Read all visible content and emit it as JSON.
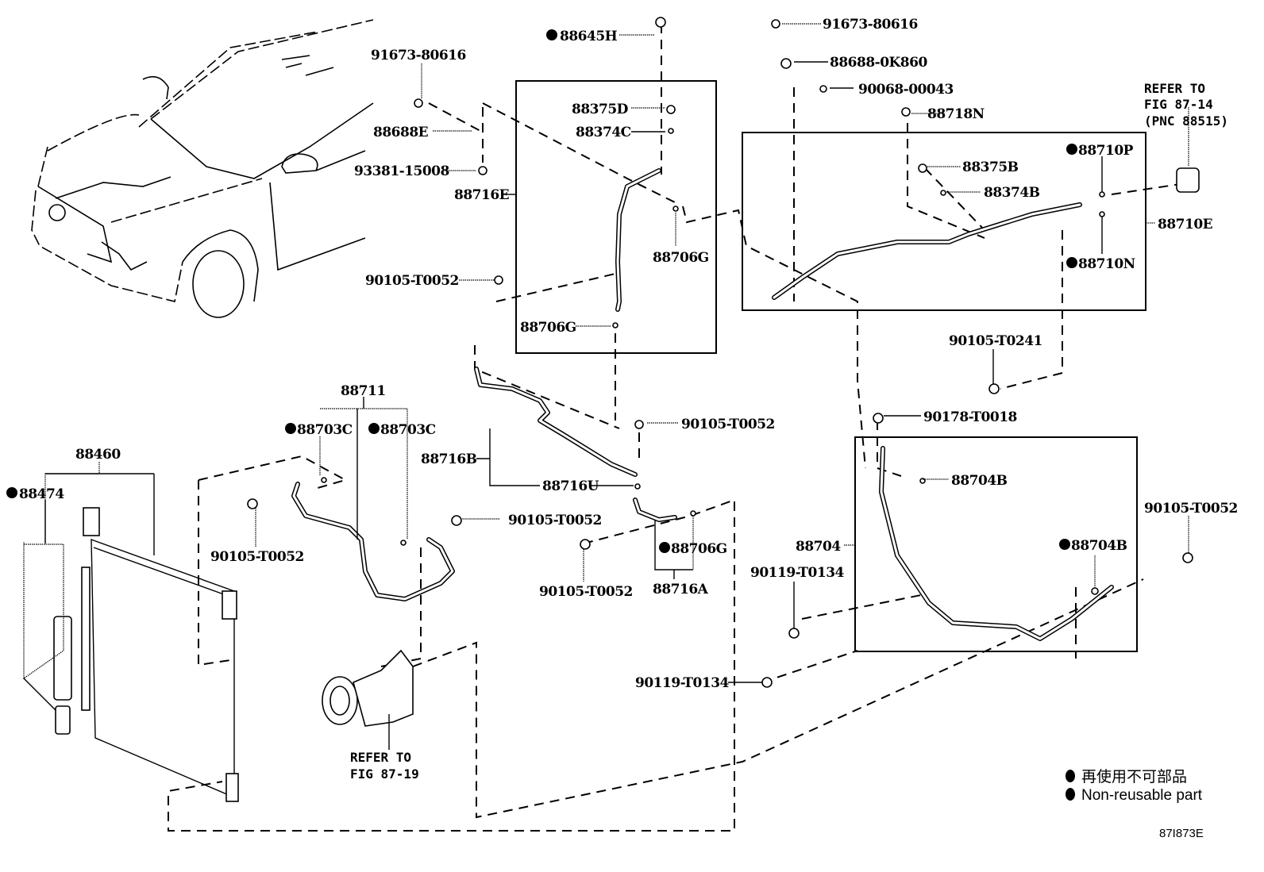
{
  "figure": {
    "id": "87I873E",
    "title": "Air conditioner piping and condenser parts diagram"
  },
  "labels": {
    "p88645H": "88645H",
    "p91673_80616_left": "91673-80616",
    "p88688E": "88688E",
    "p93381_15008": "93381-15008",
    "p88375D": "88375D",
    "p88374C": "88374C",
    "p88716E": "88716E",
    "p88706G_upper": "88706G",
    "p90105_T0052_a": "90105-T0052",
    "p88706G_lower": "88706G",
    "p91673_80616_right": "91673-80616",
    "p88688_0K860": "88688-0K860",
    "p90068_00043": "90068-00043",
    "p88718N": "88718N",
    "p88375B": "88375B",
    "p88374B": "88374B",
    "p88710P": "88710P",
    "p88710E": "88710E",
    "p88710N": "88710N",
    "p90105_T0241": "90105-T0241",
    "p90178_T0018": "90178-T0018",
    "p88704B_upper": "88704B",
    "p88704": "88704",
    "p88704B_lower": "88704B",
    "p90105_T0052_right": "90105-T0052",
    "p90119_T0134_a": "90119-T0134",
    "p90119_T0134_b": "90119-T0134",
    "p88711": "88711",
    "p88703C_left": "88703C",
    "p88703C_right": "88703C",
    "p88460": "88460",
    "p88474": "88474",
    "p90105_T0052_b": "90105-T0052",
    "p90105_T0052_c": "90105-T0052",
    "p90105_T0052_d": "90105-T0052",
    "p90105_T0052_e": "90105-T0052",
    "p88716B": "88716B",
    "p88716U": "88716U",
    "p88706G_mid": "88706G",
    "p88716A": "88716A"
  },
  "refer_notes": {
    "receiver": [
      "REFER TO",
      "FIG 87-14",
      "(PNC 88515)"
    ],
    "compressor": [
      "REFER TO",
      "FIG 87-19"
    ]
  },
  "non_reusable_marked": [
    "88645H",
    "88710P",
    "88710N",
    "88704B",
    "88703C",
    "88474",
    "88706G"
  ],
  "legend": {
    "line_jp": "再使用不可部品",
    "line_en": "Non-reusable part",
    "marker": "filled-circle"
  }
}
